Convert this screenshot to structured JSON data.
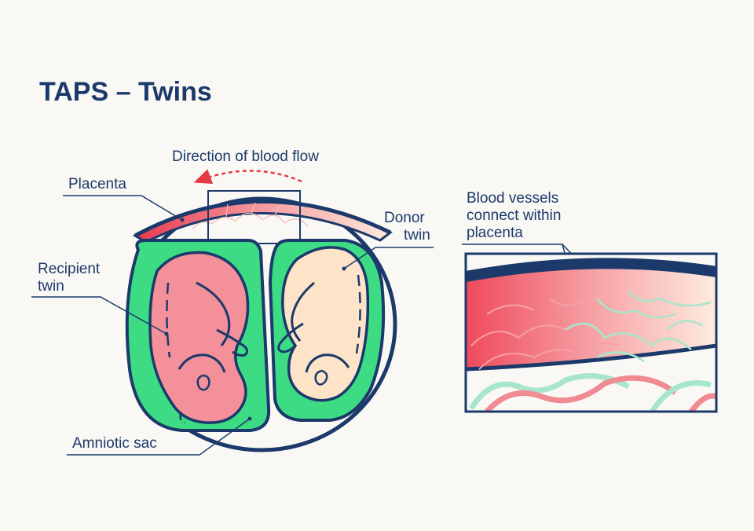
{
  "title": "TAPS – Twins",
  "labels": {
    "direction": "Direction of blood flow",
    "placenta": "Placenta",
    "donor_line1": "Donor",
    "donor_line2": "twin",
    "recipient_line1": "Recipient",
    "recipient_line2": "twin",
    "amniotic": "Amniotic sac",
    "vessels_line1": "Blood vessels",
    "vessels_line2": "connect within",
    "vessels_line3": "placenta"
  },
  "colors": {
    "navy": "#1b3a6b",
    "background": "#faf8f4",
    "placenta_red": "#e8394f",
    "placenta_fade": "#fbe3d2",
    "amniotic_green": "#3ddc84",
    "recipient_pink": "#f4909a",
    "donor_peach": "#fde3c8",
    "vessel_mint": "#a8e6cc",
    "arrow_red": "#e53945"
  }
}
